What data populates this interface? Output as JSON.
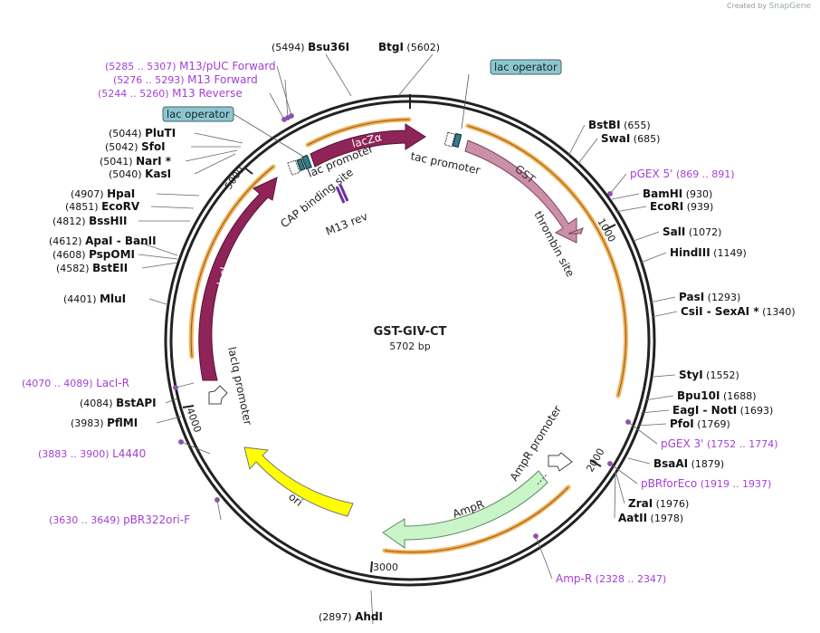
{
  "app": {
    "watermark_prefix": "Created by",
    "watermark_brand": "SnapGene"
  },
  "plasmid": {
    "name": "GST-GIV-CT",
    "length": "5702 bp"
  },
  "ticks": [
    "1000",
    "2000",
    "3000",
    "4000",
    "5000"
  ],
  "features": {
    "lacZa": "lacZα",
    "lacI": "lacI",
    "GST": "GST",
    "AmpR": "AmpR",
    "ori": "ori",
    "tac_promoter": "tac promoter",
    "lac_promoter": "lac promoter",
    "cap_site": "CAP binding site",
    "m13_rev": "M13 rev",
    "thrombin": "thrombin site",
    "ampr_promoter": "AmpR promoter",
    "laciq_promoter": "lacIq promoter",
    "lac_operator_1": "lac operator",
    "lac_operator_2": "lac operator"
  },
  "enzymes": [
    {
      "id": "e1",
      "pos": "(5494)",
      "name": "Bsu36I"
    },
    {
      "id": "e2",
      "name": "BtgI",
      "pos": "(5602)"
    },
    {
      "id": "e3",
      "name": "BstBI",
      "pos": "(655)"
    },
    {
      "id": "e4",
      "name": "SwaI",
      "pos": "(685)"
    },
    {
      "id": "e5",
      "name": "BamHI",
      "pos": "(930)"
    },
    {
      "id": "e6",
      "name": "EcoRI",
      "pos": "(939)"
    },
    {
      "id": "e7",
      "name": "SalI",
      "pos": "(1072)"
    },
    {
      "id": "e8",
      "name": "HindIII",
      "pos": "(1149)"
    },
    {
      "id": "e9",
      "name": "PasI",
      "pos": "(1293)"
    },
    {
      "id": "e10",
      "name": "CsiI - SexAI *",
      "pos": "(1340)"
    },
    {
      "id": "e11",
      "name": "StyI",
      "pos": "(1552)"
    },
    {
      "id": "e12",
      "name": "Bpu10I",
      "pos": "(1688)"
    },
    {
      "id": "e13",
      "name": "EagI - NotI",
      "pos": "(1693)"
    },
    {
      "id": "e14",
      "name": "PfoI",
      "pos": "(1769)"
    },
    {
      "id": "e15",
      "name": "BsaAI",
      "pos": "(1879)"
    },
    {
      "id": "e16",
      "name": "ZraI",
      "pos": "(1976)"
    },
    {
      "id": "e17",
      "name": "AatII",
      "pos": "(1978)"
    },
    {
      "id": "e18",
      "pos": "(2897)",
      "name": "AhdI"
    },
    {
      "id": "e19",
      "pos": "(3983)",
      "name": "PflMI"
    },
    {
      "id": "e20",
      "pos": "(4084)",
      "name": "BstAPI"
    },
    {
      "id": "e21",
      "pos": "(4401)",
      "name": "MluI"
    },
    {
      "id": "e22",
      "pos": "(4582)",
      "name": "BstEII"
    },
    {
      "id": "e23",
      "pos": "(4608)",
      "name": "PspOMI"
    },
    {
      "id": "e24",
      "pos": "(4612)",
      "name": "ApaI - BanII"
    },
    {
      "id": "e25",
      "pos": "(4812)",
      "name": "BssHII"
    },
    {
      "id": "e26",
      "pos": "(4851)",
      "name": "EcoRV"
    },
    {
      "id": "e27",
      "pos": "(4907)",
      "name": "HpaI"
    },
    {
      "id": "e28",
      "pos": "(5040)",
      "name": "KasI"
    },
    {
      "id": "e29",
      "pos": "(5041)",
      "name": "NarI *"
    },
    {
      "id": "e30",
      "pos": "(5042)",
      "name": "SfoI"
    },
    {
      "id": "e31",
      "pos": "(5044)",
      "name": "PluTI"
    }
  ],
  "primers": [
    {
      "id": "p1",
      "range": "(5285 .. 5307)",
      "name": "M13/pUC Forward"
    },
    {
      "id": "p2",
      "range": "(5276 .. 5293)",
      "name": "M13 Forward"
    },
    {
      "id": "p3",
      "range": "(5244 .. 5260)",
      "name": "M13 Reverse"
    },
    {
      "id": "p4",
      "name": "pGEX 5'",
      "range": "(869 .. 891)"
    },
    {
      "id": "p5",
      "name": "pGEX 3'",
      "range": "(1752 .. 1774)"
    },
    {
      "id": "p6",
      "name": "pBRforEco",
      "range": "(1919 .. 1937)"
    },
    {
      "id": "p7",
      "name": "Amp-R",
      "range": "(2328 .. 2347)"
    },
    {
      "id": "p8",
      "range": "(3630 .. 3649)",
      "name": "pBR322ori-F"
    },
    {
      "id": "p9",
      "range": "(3883 .. 3900)",
      "name": "L4440"
    },
    {
      "id": "p10",
      "range": "(4070 .. 4089)",
      "name": "LacI-R"
    }
  ],
  "colors": {
    "backbone": "#222222",
    "lacZa": "#8e2457",
    "lacI": "#8e2457",
    "GST": "#cc8fa8",
    "AmpR": "#c9f5c9",
    "ori": "#ffff00",
    "primer": "#a43fd6",
    "orange": "#f2a640",
    "lac_operator": "#8ec6d0"
  }
}
